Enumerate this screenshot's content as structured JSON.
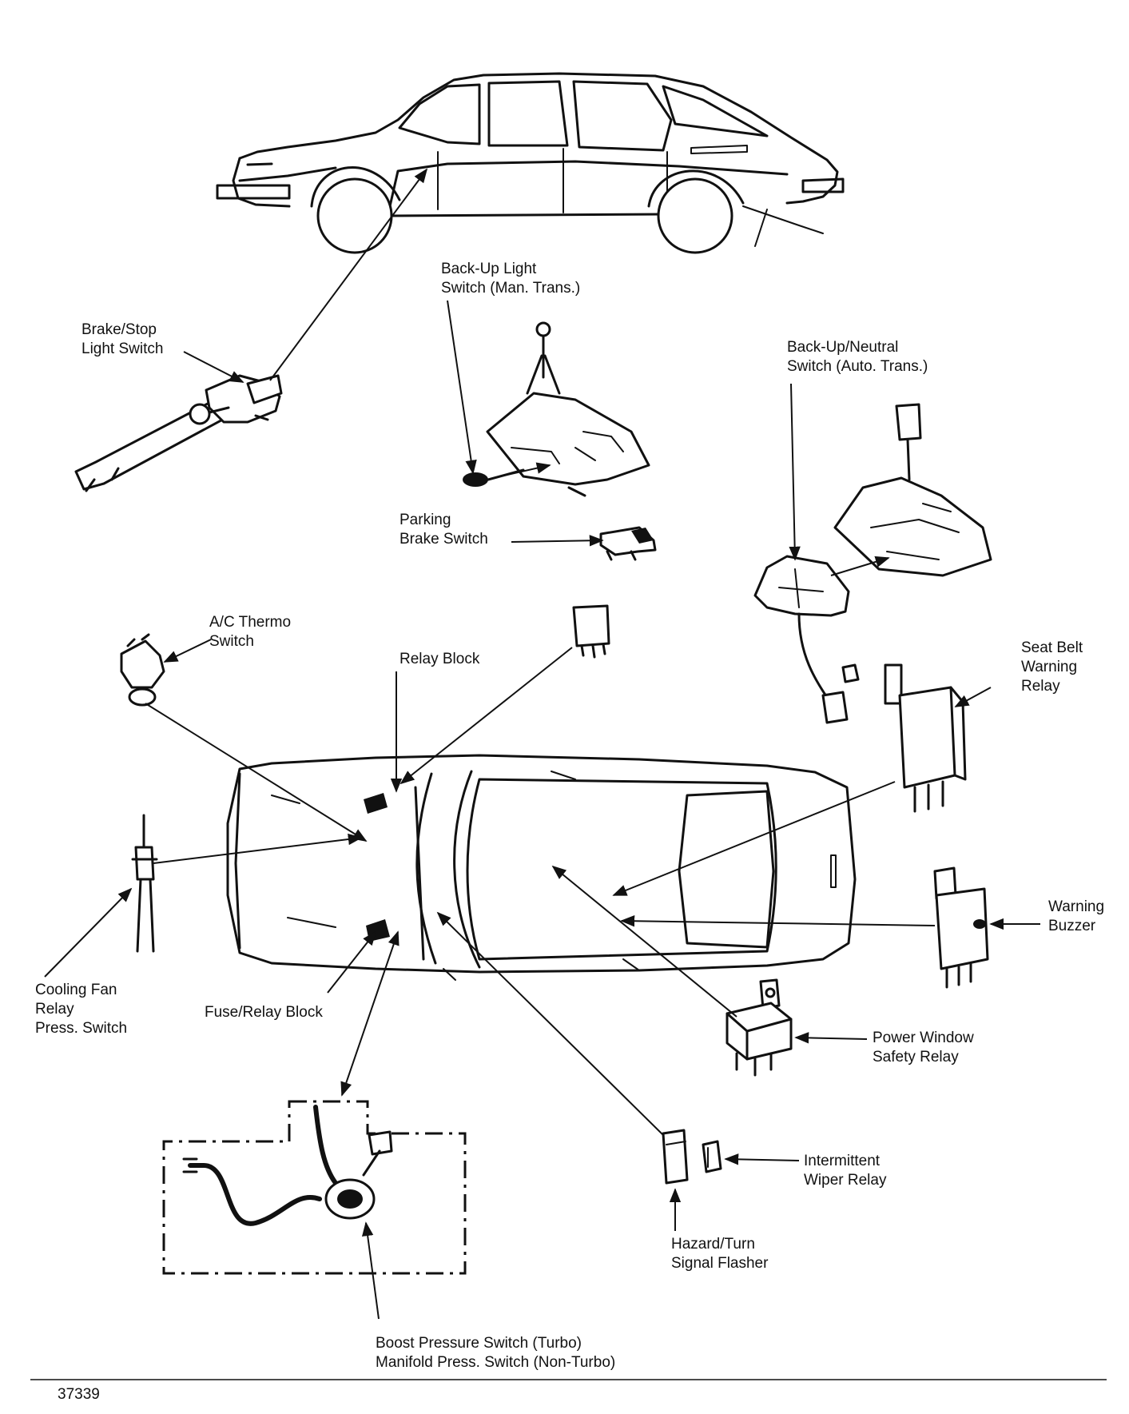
{
  "labels": {
    "brake_stop": [
      "Brake/Stop",
      "Light Switch"
    ],
    "backup_manual": [
      "Back-Up Light",
      "Switch (Man. Trans.)"
    ],
    "backup_neutral": [
      "Back-Up/Neutral",
      "Switch (Auto. Trans.)"
    ],
    "parking_brake": [
      "Parking",
      "Brake Switch"
    ],
    "ac_thermo": [
      "A/C Thermo",
      "Switch"
    ],
    "relay_block": [
      "Relay Block"
    ],
    "seat_belt": [
      "Seat Belt",
      "Warning",
      "Relay"
    ],
    "warning_buzzer": [
      "Warning",
      "Buzzer"
    ],
    "cooling_fan": [
      "Cooling Fan",
      "Relay",
      "Press. Switch"
    ],
    "fuse_relay": [
      "Fuse/Relay Block"
    ],
    "power_window": [
      "Power Window",
      "Safety Relay"
    ],
    "intermittent_wiper": [
      "Intermittent",
      "Wiper Relay"
    ],
    "hazard_flasher": [
      "Hazard/Turn",
      "Signal Flasher"
    ],
    "boost_pressure": [
      "Boost Pressure Switch (Turbo)",
      "Manifold Press. Switch (Non-Turbo)"
    ]
  },
  "figure_number": "37339"
}
